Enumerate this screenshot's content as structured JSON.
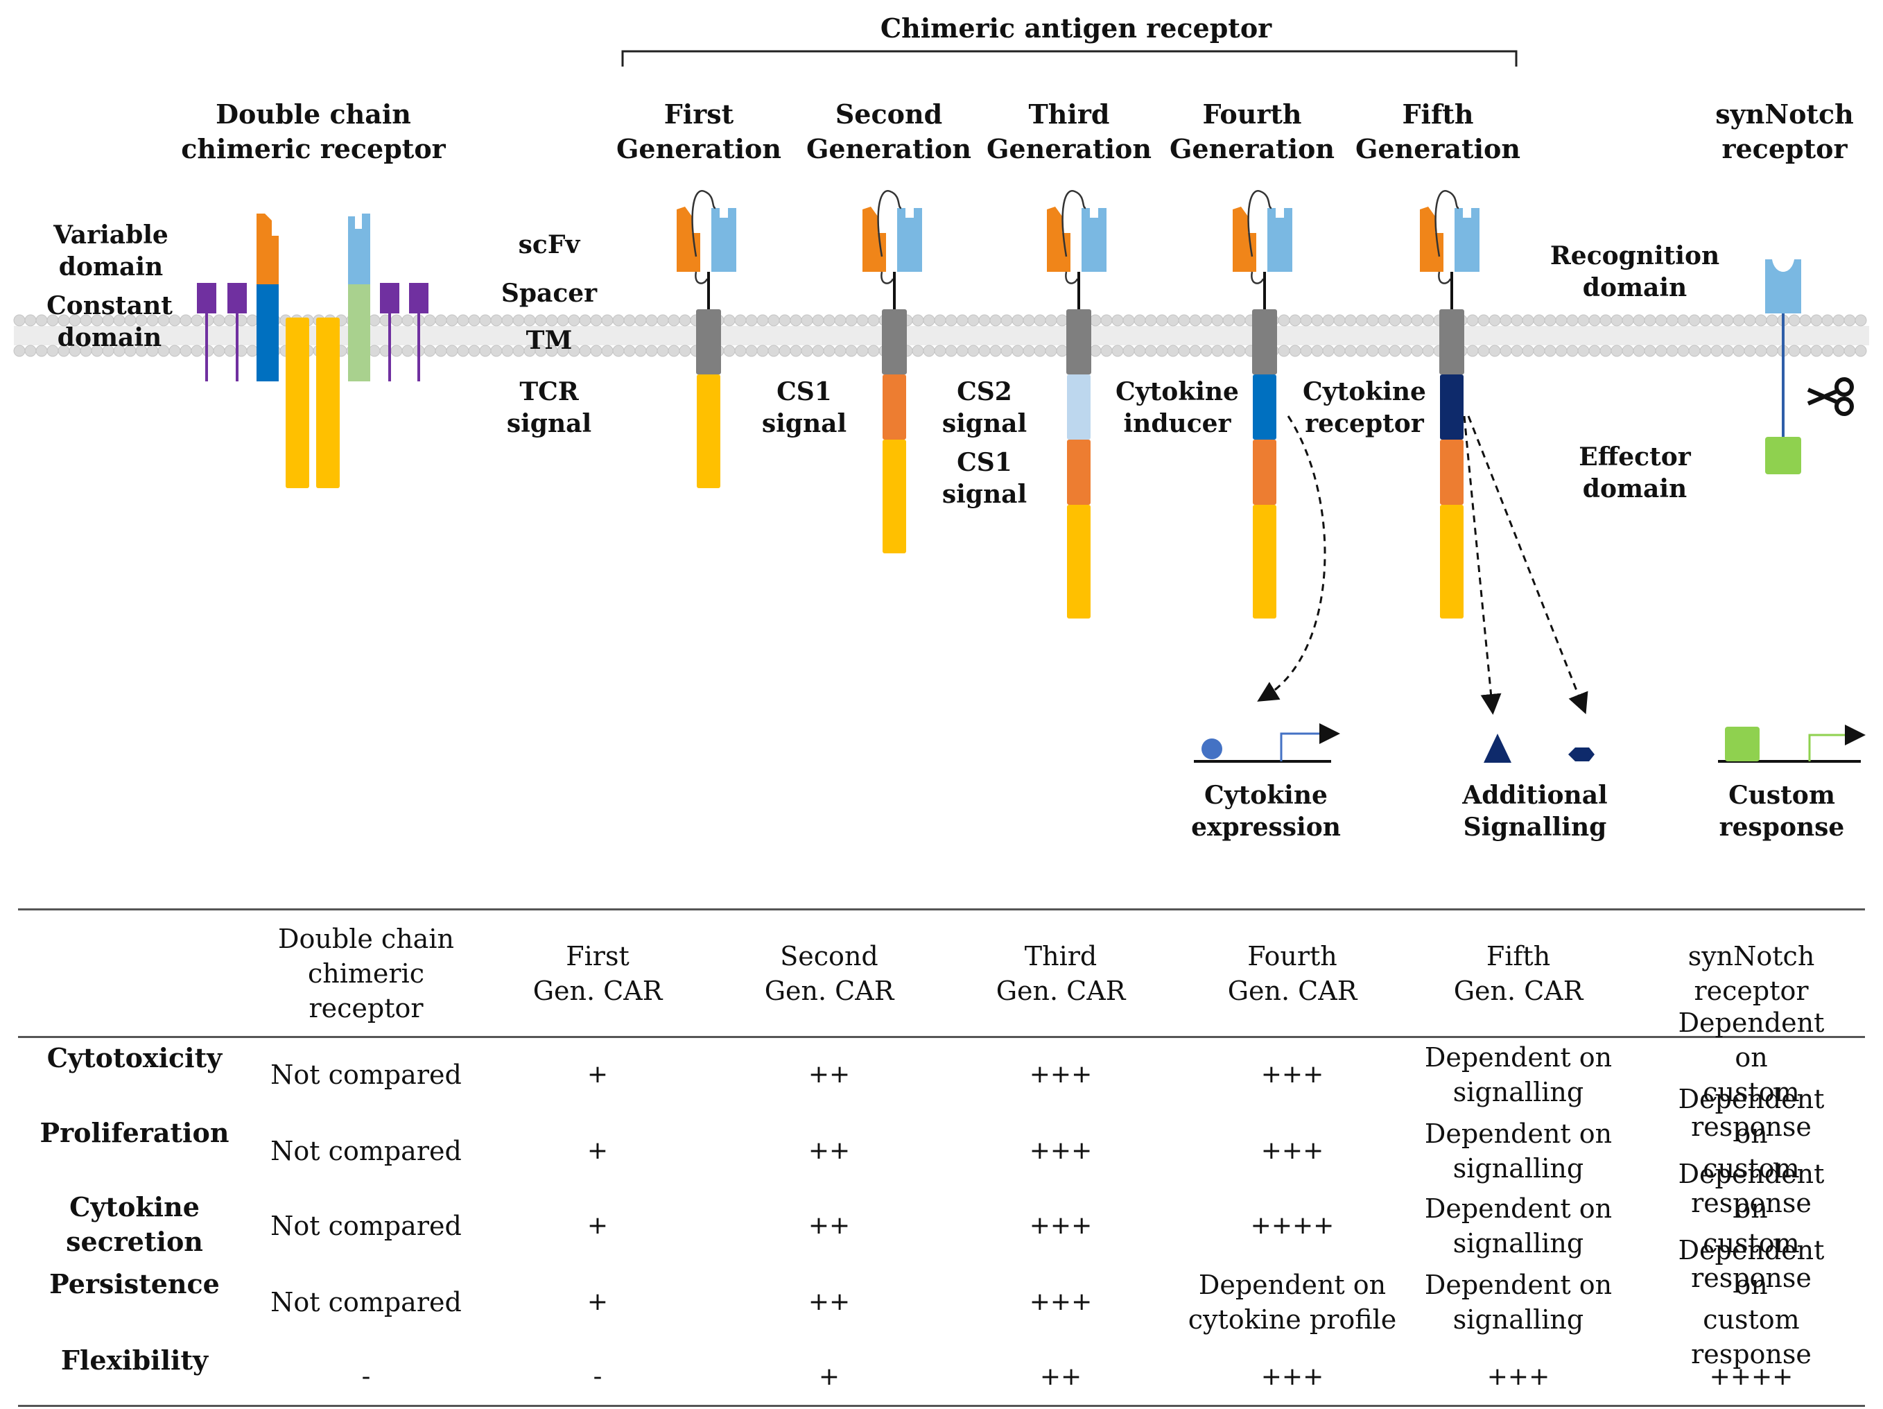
{
  "diagram": {
    "header": "Chimeric antigen receptor",
    "columns": {
      "double_chain": "Double chain\nchimeric receptor",
      "first": "First\nGeneration",
      "second": "Second\nGeneration",
      "third": "Third\nGeneration",
      "fourth": "Fourth\nGeneration",
      "fifth": "Fifth\nGeneration",
      "synnotch": "synNotch\nreceptor"
    },
    "labels": {
      "variable_domain": "Variable\ndomain",
      "constant_domain": "Constant\ndomain",
      "scfv": "scFv",
      "spacer": "Spacer",
      "tm": "TM",
      "tcr_signal": "TCR\nsignal",
      "cs1_signal": "CS1\nsignal",
      "cs2_signal": "CS2\nsignal",
      "cs1_signal_2": "CS1\nsignal",
      "cytokine_inducer": "Cytokine\ninducer",
      "cytokine_receptor": "Cytokine\nreceptor",
      "recognition_domain": "Recognition\ndomain",
      "effector_domain": "Effector\ndomain",
      "cytokine_expression": "Cytokine\nexpression",
      "additional_signalling": "Additional\nSignalling",
      "custom_response": "Custom\nresponse"
    },
    "colors": {
      "heavy_chain": "#f08519",
      "light_chain": "#7ab8e2",
      "tm": "#7f7f7f",
      "cd3z": "#ffc000",
      "cs1": "#ed7d31",
      "cs2": "#bdd7ee",
      "inducer": "#0070c0",
      "cytokine_receptor": "#0e2a6b",
      "constant": "#7030a0",
      "tcr_blue": "#0070c0",
      "tcr_green": "#a9d18e",
      "effector": "#8fd14f",
      "membrane": "#d9d9d9"
    }
  },
  "table": {
    "headers": [
      "",
      "Double chain\nchimeric\nreceptor",
      "First\nGen. CAR",
      "Second\nGen. CAR",
      "Third\nGen. CAR",
      "Fourth\nGen. CAR",
      "Fifth\nGen. CAR",
      "synNotch\nreceptor"
    ],
    "rows": [
      {
        "label": "Cytotoxicity",
        "values": [
          "Not compared",
          "+",
          "++",
          "+++",
          "+++",
          "Dependent on\nsignalling",
          "Dependent on\ncustom response"
        ]
      },
      {
        "label": "Proliferation",
        "values": [
          "Not compared",
          "+",
          "++",
          "+++",
          "+++",
          "Dependent on\nsignalling",
          "Dependent on\ncustom response"
        ]
      },
      {
        "label": "Cytokine\nsecretion",
        "values": [
          "Not compared",
          "+",
          "++",
          "+++",
          "++++",
          "Dependent on\nsignalling",
          "Dependent on\ncustom response"
        ]
      },
      {
        "label": "Persistence",
        "values": [
          "Not compared",
          "+",
          "++",
          "+++",
          "Dependent on\ncytokine profile",
          "Dependent on\nsignalling",
          "Dependent on\ncustom response"
        ]
      },
      {
        "label": "Flexibility",
        "values": [
          "-",
          "-",
          "+",
          "++",
          "+++",
          "+++",
          "++++"
        ]
      }
    ]
  }
}
